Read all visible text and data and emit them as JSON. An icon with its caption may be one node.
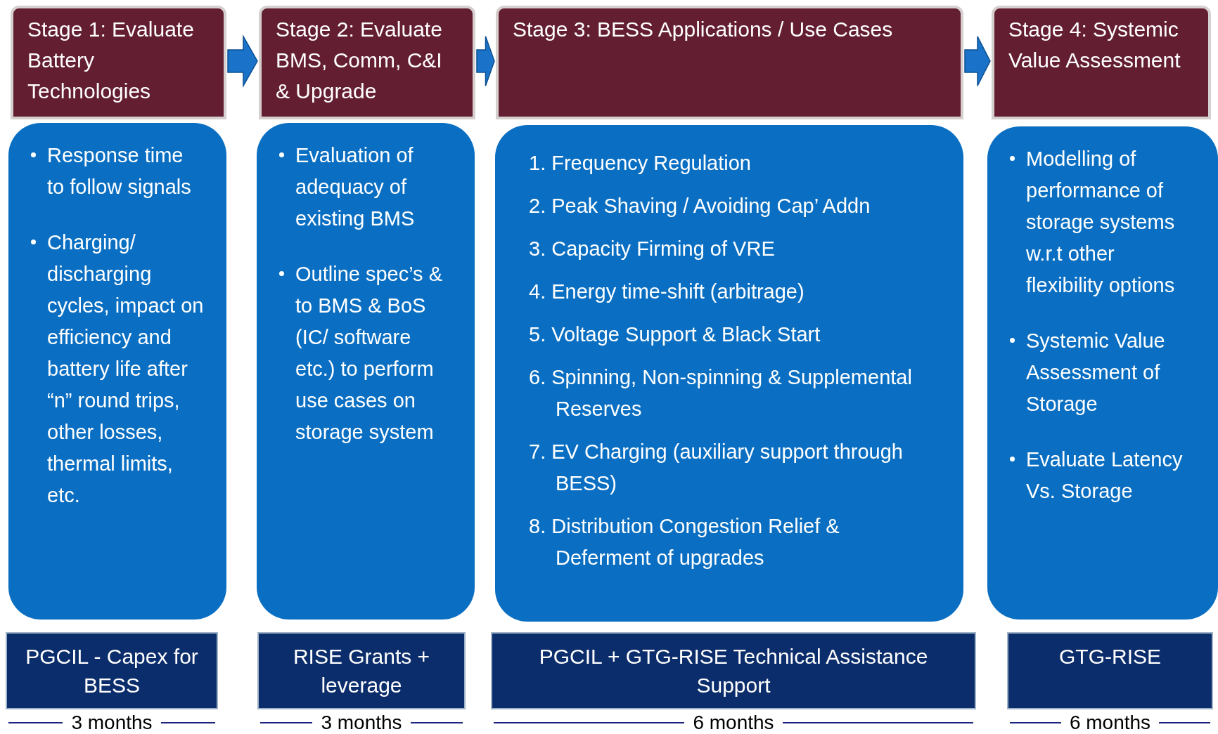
{
  "diagram": {
    "nodes": [
      {
        "text": [
          "Stage 1: Evaluate Battery Technologies"
        ]
      },
      {
        "text": [
          "Stage 2: Evaluate BMS, Comm, C&I & Upgrade"
        ]
      },
      {
        "text": [
          "Stage 3: BESS Applications / Use Cases"
        ]
      },
      {
        "text": [
          "Stage 4: Systemic Value Assessment"
        ]
      },
      {
        "text": [
          "Response time to follow signals",
          "Charging/ discharging cycles, impact on efficiency and battery life after “n” round trips, other losses, thermal limits, etc."
        ]
      },
      {
        "text": [
          "Evaluation of adequacy of existing BMS",
          "Outline spec’s & to BMS & BoS (IC/ software etc.) to perform use cases on storage system"
        ]
      },
      {
        "text": [
          "1. Frequency Regulation",
          "2. Peak Shaving / Avoiding Cap’ Addn",
          "3. Capacity Firming of VRE",
          "4. Energy time-shift (arbitrage)",
          "5. Voltage Support & Black Start",
          "6. Spinning, Non-spinning & Supplemental Reserves",
          "7. EV Charging (auxiliary support through BESS)",
          "8. Distribution Congestion Relief & Deferment of upgrades"
        ]
      },
      {
        "text": [
          "Modelling of performance of storage systems w.r.t other flexibility options",
          "Systemic Value Assessment of Storage",
          "Evaluate Latency Vs. Storage"
        ]
      },
      {
        "text": [
          "PGCIL - Capex for BESS"
        ],
        "beside": [
          "3 months"
        ]
      },
      {
        "text": [
          "RISE Grants + leverage"
        ],
        "beside": [
          "3 months"
        ]
      },
      {
        "text": [
          "PGCIL + GTG-RISE Technical Assistance Support"
        ],
        "beside": [
          "6 months"
        ]
      },
      {
        "text": [
          "GTG-RISE"
        ],
        "beside": [
          "6 months"
        ]
      }
    ],
    "edges": [
      {
        "from": 0,
        "to": 1,
        "arrow": "to",
        "style": "thick"
      },
      {
        "from": 1,
        "to": 2,
        "arrow": "to",
        "style": "thick"
      },
      {
        "from": 2,
        "to": 3,
        "arrow": "to",
        "style": "thick"
      }
    ]
  }
}
